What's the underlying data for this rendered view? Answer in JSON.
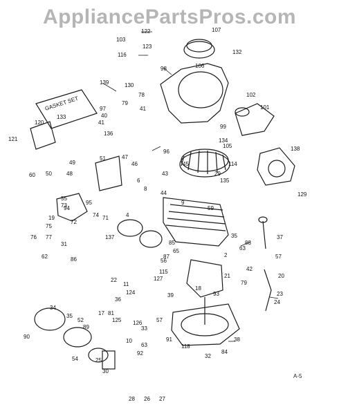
{
  "watermark": "AppliancePartsPros.com",
  "figure_id": "A-5",
  "gasket_set_label": "GASKET SET",
  "callouts": [
    "122",
    "107",
    "103",
    "123",
    "116",
    "106",
    "132",
    "98",
    "139",
    "130",
    "78",
    "79",
    "41",
    "102",
    "101",
    "97",
    "40",
    "41",
    "99",
    "120",
    "133",
    "136",
    "134",
    "105",
    "96",
    "138",
    "121",
    "114",
    "51",
    "47",
    "46",
    "43",
    "45",
    "29",
    "135",
    "49",
    "48",
    "50",
    "44",
    "129",
    "60",
    "6",
    "8",
    "9",
    "55",
    "94",
    "95",
    "73",
    "74",
    "59",
    "4",
    "19",
    "75",
    "72",
    "71",
    "63",
    "137",
    "35",
    "88",
    "37",
    "76",
    "77",
    "31",
    "62",
    "86",
    "85",
    "65",
    "87",
    "17",
    "2",
    "42",
    "57",
    "56",
    "115",
    "127",
    "21",
    "20",
    "22",
    "11",
    "124",
    "79",
    "36",
    "39",
    "18",
    "93",
    "23",
    "24",
    "81",
    "125",
    "126",
    "57",
    "33",
    "34",
    "35",
    "52",
    "89",
    "90",
    "10",
    "91",
    "38",
    "54",
    "25",
    "30",
    "92",
    "63",
    "84",
    "118",
    "32",
    "28",
    "26",
    "27"
  ],
  "colors": {
    "ink": "#1a1a1a",
    "paper": "#ffffff",
    "watermark": "#8c8c8c"
  }
}
